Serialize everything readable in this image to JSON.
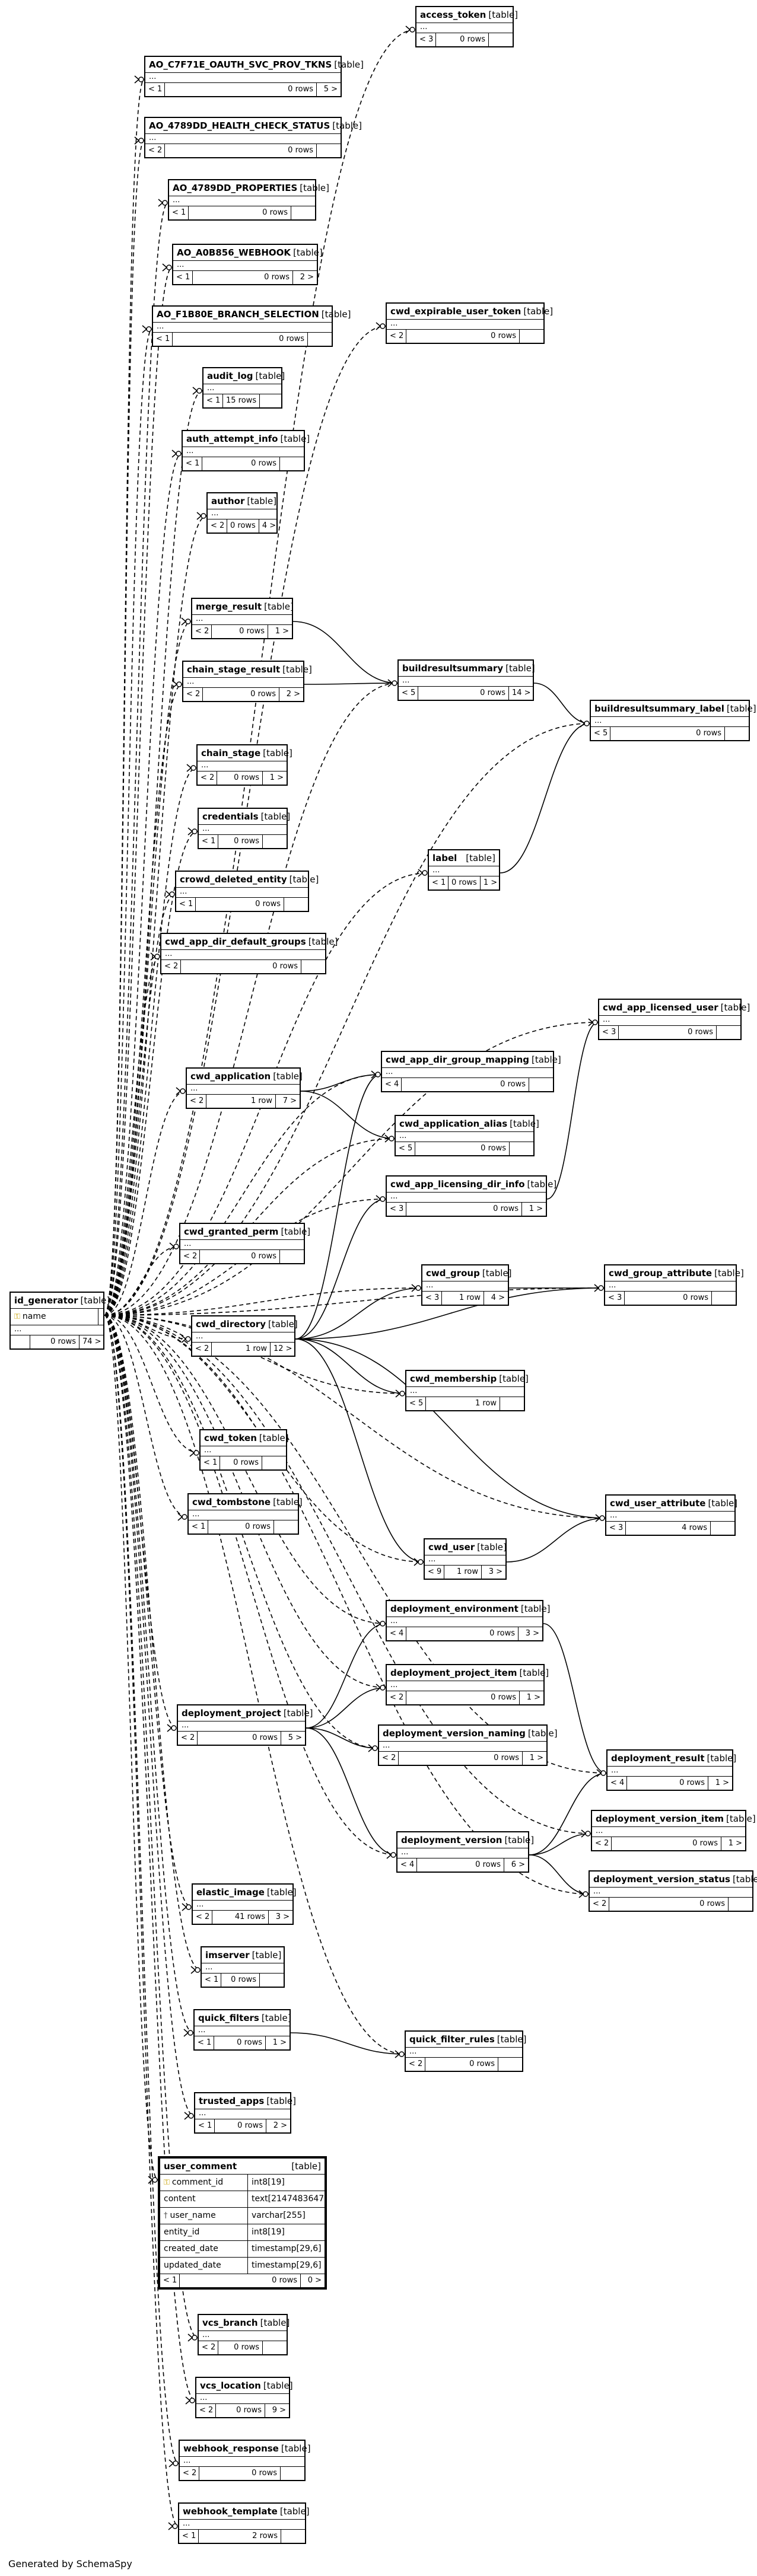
{
  "diagram": {
    "hub": {
      "name": "id_generator",
      "kind": "[table]",
      "columns": [
        {
          "key": true,
          "name": "name",
          "type": ""
        }
      ],
      "dots": "...",
      "parents": "",
      "rows": "0 rows",
      "children": "74 >"
    },
    "tables": [
      {
        "id": "access_token",
        "name": "access_token",
        "kind": "[table]",
        "dots": "...",
        "parents": "< 3",
        "rows": "0 rows",
        "children": ""
      },
      {
        "id": "ao_c7f71e",
        "name": "AO_C7F71E_OAUTH_SVC_PROV_TKNS",
        "kind": "[table]",
        "dots": "...",
        "parents": "< 1",
        "rows": "0 rows",
        "children": "5 >"
      },
      {
        "id": "ao_4789dd_hcs",
        "name": "AO_4789DD_HEALTH_CHECK_STATUS",
        "kind": "[table]",
        "dots": "...",
        "parents": "< 2",
        "rows": "0 rows",
        "children": ""
      },
      {
        "id": "ao_4789dd_props",
        "name": "AO_4789DD_PROPERTIES",
        "kind": "[table]",
        "dots": "...",
        "parents": "< 1",
        "rows": "0 rows",
        "children": ""
      },
      {
        "id": "ao_a0b856",
        "name": "AO_A0B856_WEBHOOK",
        "kind": "[table]",
        "dots": "...",
        "parents": "< 1",
        "rows": "0 rows",
        "children": "2 >"
      },
      {
        "id": "ao_f1b80e",
        "name": "AO_F1B80E_BRANCH_SELECTION",
        "kind": "[table]",
        "dots": "...",
        "parents": "< 1",
        "rows": "0 rows",
        "children": ""
      },
      {
        "id": "cwd_expirable_user_token",
        "name": "cwd_expirable_user_token",
        "kind": "[table]",
        "dots": "...",
        "parents": "< 2",
        "rows": "0 rows",
        "children": ""
      },
      {
        "id": "audit_log",
        "name": "audit_log",
        "kind": "[table]",
        "dots": "...",
        "parents": "< 1",
        "rows": "15 rows",
        "children": ""
      },
      {
        "id": "auth_attempt_info",
        "name": "auth_attempt_info",
        "kind": "[table]",
        "dots": "...",
        "parents": "< 1",
        "rows": "0 rows",
        "children": ""
      },
      {
        "id": "author",
        "name": "author",
        "kind": "[table]",
        "dots": "...",
        "parents": "< 2",
        "rows": "0 rows",
        "children": "4 >"
      },
      {
        "id": "merge_result",
        "name": "merge_result",
        "kind": "[table]",
        "dots": "...",
        "parents": "< 2",
        "rows": "0 rows",
        "children": "1 >"
      },
      {
        "id": "chain_stage_result",
        "name": "chain_stage_result",
        "kind": "[table]",
        "dots": "...",
        "parents": "< 2",
        "rows": "0 rows",
        "children": "2 >"
      },
      {
        "id": "buildresultsummary",
        "name": "buildresultsummary",
        "kind": "[table]",
        "dots": "...",
        "parents": "< 5",
        "rows": "0 rows",
        "children": "14 >"
      },
      {
        "id": "buildresultsummary_label",
        "name": "buildresultsummary_label",
        "kind": "[table]",
        "dots": "...",
        "parents": "< 5",
        "rows": "0 rows",
        "children": ""
      },
      {
        "id": "chain_stage",
        "name": "chain_stage",
        "kind": "[table]",
        "dots": "...",
        "parents": "< 2",
        "rows": "0 rows",
        "children": "1 >"
      },
      {
        "id": "credentials",
        "name": "credentials",
        "kind": "[table]",
        "dots": "...",
        "parents": "< 1",
        "rows": "0 rows",
        "children": ""
      },
      {
        "id": "crowd_deleted_entity",
        "name": "crowd_deleted_entity",
        "kind": "[table]",
        "dots": "...",
        "parents": "< 1",
        "rows": "0 rows",
        "children": ""
      },
      {
        "id": "label",
        "name": "label",
        "kind": "[table]",
        "dots": "...",
        "parents": "< 1",
        "rows": "0 rows",
        "children": "1 >"
      },
      {
        "id": "cwd_app_dir_default_groups",
        "name": "cwd_app_dir_default_groups",
        "kind": "[table]",
        "dots": "...",
        "parents": "< 2",
        "rows": "0 rows",
        "children": ""
      },
      {
        "id": "cwd_app_licensed_user",
        "name": "cwd_app_licensed_user",
        "kind": "[table]",
        "dots": "...",
        "parents": "< 3",
        "rows": "0 rows",
        "children": ""
      },
      {
        "id": "cwd_application",
        "name": "cwd_application",
        "kind": "[table]",
        "dots": "...",
        "parents": "< 2",
        "rows": "1 row",
        "children": "7 >"
      },
      {
        "id": "cwd_app_dir_group_mapping",
        "name": "cwd_app_dir_group_mapping",
        "kind": "[table]",
        "dots": "...",
        "parents": "< 4",
        "rows": "0 rows",
        "children": ""
      },
      {
        "id": "cwd_application_alias",
        "name": "cwd_application_alias",
        "kind": "[table]",
        "dots": "...",
        "parents": "< 5",
        "rows": "0 rows",
        "children": ""
      },
      {
        "id": "cwd_app_licensing_dir_info",
        "name": "cwd_app_licensing_dir_info",
        "kind": "[table]",
        "dots": "...",
        "parents": "< 3",
        "rows": "0 rows",
        "children": "1 >"
      },
      {
        "id": "cwd_granted_perm",
        "name": "cwd_granted_perm",
        "kind": "[table]",
        "dots": "...",
        "parents": "< 2",
        "rows": "0 rows",
        "children": ""
      },
      {
        "id": "cwd_group",
        "name": "cwd_group",
        "kind": "[table]",
        "dots": "...",
        "parents": "< 3",
        "rows": "1 row",
        "children": "4 >"
      },
      {
        "id": "cwd_group_attribute",
        "name": "cwd_group_attribute",
        "kind": "[table]",
        "dots": "...",
        "parents": "< 3",
        "rows": "0 rows",
        "children": ""
      },
      {
        "id": "cwd_directory",
        "name": "cwd_directory",
        "kind": "[table]",
        "dots": "...",
        "parents": "< 2",
        "rows": "1 row",
        "children": "12 >"
      },
      {
        "id": "cwd_membership",
        "name": "cwd_membership",
        "kind": "[table]",
        "dots": "...",
        "parents": "< 5",
        "rows": "1 row",
        "children": ""
      },
      {
        "id": "cwd_token",
        "name": "cwd_token",
        "kind": "[table]",
        "dots": "...",
        "parents": "< 1",
        "rows": "0 rows",
        "children": ""
      },
      {
        "id": "cwd_tombstone",
        "name": "cwd_tombstone",
        "kind": "[table]",
        "dots": "...",
        "parents": "< 1",
        "rows": "0 rows",
        "children": ""
      },
      {
        "id": "cwd_user_attribute",
        "name": "cwd_user_attribute",
        "kind": "[table]",
        "dots": "...",
        "parents": "< 3",
        "rows": "4 rows",
        "children": ""
      },
      {
        "id": "cwd_user",
        "name": "cwd_user",
        "kind": "[table]",
        "dots": "...",
        "parents": "< 9",
        "rows": "1 row",
        "children": "3 >"
      },
      {
        "id": "deployment_environment",
        "name": "deployment_environment",
        "kind": "[table]",
        "dots": "...",
        "parents": "< 4",
        "rows": "0 rows",
        "children": "3 >"
      },
      {
        "id": "deployment_project_item",
        "name": "deployment_project_item",
        "kind": "[table]",
        "dots": "...",
        "parents": "< 2",
        "rows": "0 rows",
        "children": "1 >"
      },
      {
        "id": "deployment_project",
        "name": "deployment_project",
        "kind": "[table]",
        "dots": "...",
        "parents": "< 2",
        "rows": "0 rows",
        "children": "5 >"
      },
      {
        "id": "deployment_version_naming",
        "name": "deployment_version_naming",
        "kind": "[table]",
        "dots": "...",
        "parents": "< 2",
        "rows": "0 rows",
        "children": "1 >"
      },
      {
        "id": "deployment_result",
        "name": "deployment_result",
        "kind": "[table]",
        "dots": "...",
        "parents": "< 4",
        "rows": "0 rows",
        "children": "1 >"
      },
      {
        "id": "deployment_version_item",
        "name": "deployment_version_item",
        "kind": "[table]",
        "dots": "...",
        "parents": "< 2",
        "rows": "0 rows",
        "children": "1 >"
      },
      {
        "id": "deployment_version",
        "name": "deployment_version",
        "kind": "[table]",
        "dots": "...",
        "parents": "< 4",
        "rows": "0 rows",
        "children": "6 >"
      },
      {
        "id": "deployment_version_status",
        "name": "deployment_version_status",
        "kind": "[table]",
        "dots": "...",
        "parents": "< 2",
        "rows": "0 rows",
        "children": ""
      },
      {
        "id": "elastic_image",
        "name": "elastic_image",
        "kind": "[table]",
        "dots": "...",
        "parents": "< 2",
        "rows": "41 rows",
        "children": "3 >"
      },
      {
        "id": "imserver",
        "name": "imserver",
        "kind": "[table]",
        "dots": "...",
        "parents": "< 1",
        "rows": "0 rows",
        "children": ""
      },
      {
        "id": "quick_filters",
        "name": "quick_filters",
        "kind": "[table]",
        "dots": "...",
        "parents": "< 1",
        "rows": "0 rows",
        "children": "1 >"
      },
      {
        "id": "quick_filter_rules",
        "name": "quick_filter_rules",
        "kind": "[table]",
        "dots": "...",
        "parents": "< 2",
        "rows": "0 rows",
        "children": ""
      },
      {
        "id": "trusted_apps",
        "name": "trusted_apps",
        "kind": "[table]",
        "dots": "...",
        "parents": "< 1",
        "rows": "0 rows",
        "children": "2 >"
      },
      {
        "id": "vcs_branch",
        "name": "vcs_branch",
        "kind": "[table]",
        "dots": "...",
        "parents": "< 2",
        "rows": "0 rows",
        "children": ""
      },
      {
        "id": "vcs_location",
        "name": "vcs_location",
        "kind": "[table]",
        "dots": "...",
        "parents": "< 2",
        "rows": "0 rows",
        "children": "9 >"
      },
      {
        "id": "webhook_response",
        "name": "webhook_response",
        "kind": "[table]",
        "dots": "...",
        "parents": "< 2",
        "rows": "0 rows",
        "children": ""
      },
      {
        "id": "webhook_template",
        "name": "webhook_template",
        "kind": "[table]",
        "dots": "...",
        "parents": "< 1",
        "rows": "2 rows",
        "children": ""
      }
    ],
    "focus": {
      "name": "user_comment",
      "kind": "[table]",
      "columns": [
        {
          "key": "primary",
          "name": "comment_id",
          "type": "int8[19]"
        },
        {
          "key": "",
          "name": "content",
          "type": "text[2147483647]"
        },
        {
          "key": "foreign",
          "name": "user_name",
          "type": "varchar[255]"
        },
        {
          "key": "",
          "name": "entity_id",
          "type": "int8[19]"
        },
        {
          "key": "",
          "name": "created_date",
          "type": "timestamp[29,6]"
        },
        {
          "key": "",
          "name": "updated_date",
          "type": "timestamp[29,6]"
        }
      ],
      "parents": "< 1",
      "rows": "0 rows",
      "children": "0 >"
    },
    "footer": "Generated by SchemaSpy"
  }
}
